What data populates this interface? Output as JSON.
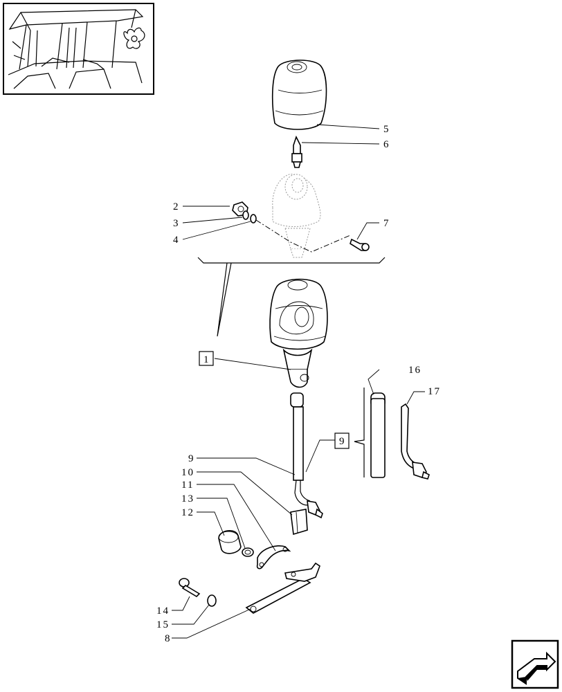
{
  "figure": {
    "callouts": {
      "c1": "1",
      "c2": "2",
      "c3": "3",
      "c4": "4",
      "c5": "5",
      "c6": "6",
      "c7": "7",
      "c8": "8",
      "c9": "9",
      "c10": "10",
      "c11": "11",
      "c12": "12",
      "c13": "13",
      "c14": "14",
      "c15": "15",
      "c16": "16",
      "c17": "17"
    },
    "boxed_refs": {
      "ref1": "1",
      "ref9": "9"
    }
  },
  "nav": {
    "icon": "next-page-arrow-icon"
  }
}
